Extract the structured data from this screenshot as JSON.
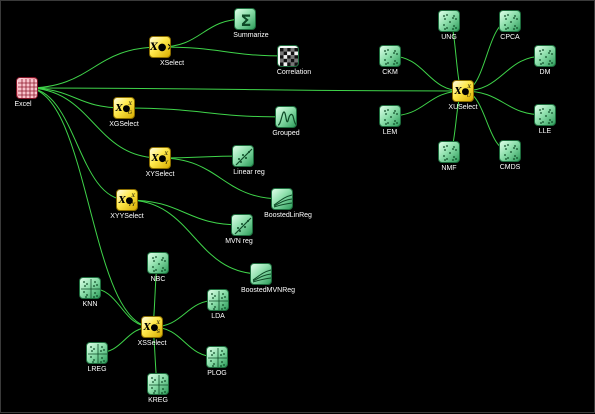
{
  "diagram": {
    "nodes": [
      {
        "id": "excel",
        "label": "Excel",
        "kind": "spreadsheet-icon"
      },
      {
        "id": "xselect",
        "label": "XSelect",
        "kind": "selector-icon",
        "glyph": "X●×",
        "sup": "",
        "sub": ""
      },
      {
        "id": "summarize",
        "label": "Summarize",
        "kind": "sigma-icon"
      },
      {
        "id": "correlation",
        "label": "Correlation",
        "kind": "checkerboard-icon"
      },
      {
        "id": "xgselect",
        "label": "XGSelect",
        "kind": "selector-icon",
        "glyph": "X●",
        "sup": "X",
        "sub": "G"
      },
      {
        "id": "grouped",
        "label": "Grouped",
        "kind": "peaks-icon"
      },
      {
        "id": "xyselect",
        "label": "XYSelect",
        "kind": "selector-icon",
        "glyph": "X●",
        "sup": "X",
        "sub": "Y"
      },
      {
        "id": "linear_reg",
        "label": "Linear reg",
        "kind": "scatter-line-icon"
      },
      {
        "id": "xyyselect",
        "label": "XYYSelect",
        "kind": "selector-icon",
        "glyph": "X●",
        "sup": "X",
        "sub": "YY"
      },
      {
        "id": "boostedlinreg",
        "label": "BoostedLinReg",
        "kind": "curves-icon"
      },
      {
        "id": "mvn_reg",
        "label": "MVN reg",
        "kind": "scatter-line-icon"
      },
      {
        "id": "boostedmvnreg",
        "label": "BoostedMVNReg",
        "kind": "curves-icon"
      },
      {
        "id": "nbc",
        "label": "NBC",
        "kind": "dots-icon"
      },
      {
        "id": "knn",
        "label": "KNN",
        "kind": "grid-dots-icon"
      },
      {
        "id": "lda",
        "label": "LDA",
        "kind": "grid-dots-icon"
      },
      {
        "id": "xsselect",
        "label": "XSSelect",
        "kind": "selector-icon",
        "glyph": "X●",
        "sup": "X",
        "sub": "S"
      },
      {
        "id": "lreg",
        "label": "LREG",
        "kind": "grid-dots-icon"
      },
      {
        "id": "plog",
        "label": "PLOG",
        "kind": "grid-dots-icon"
      },
      {
        "id": "kreg",
        "label": "KREG",
        "kind": "grid-dots-icon"
      },
      {
        "id": "ung",
        "label": "UNG",
        "kind": "dots-icon"
      },
      {
        "id": "cpca",
        "label": "CPCA",
        "kind": "dots-icon"
      },
      {
        "id": "ckm",
        "label": "CKM",
        "kind": "dots-icon"
      },
      {
        "id": "dm",
        "label": "DM",
        "kind": "dots-icon"
      },
      {
        "id": "xuselect",
        "label": "XUSelect",
        "kind": "selector-icon",
        "glyph": "X●",
        "sup": "X",
        "sub": "U"
      },
      {
        "id": "lem",
        "label": "LEM",
        "kind": "dots-icon"
      },
      {
        "id": "lle",
        "label": "LLE",
        "kind": "dots-icon"
      },
      {
        "id": "nmf",
        "label": "NMF",
        "kind": "dots-icon"
      },
      {
        "id": "cmds",
        "label": "CMDS",
        "kind": "dots-icon"
      }
    ],
    "edges": [
      [
        "excel",
        "xselect"
      ],
      [
        "excel",
        "xgselect"
      ],
      [
        "excel",
        "xyselect"
      ],
      [
        "excel",
        "xyyselect"
      ],
      [
        "excel",
        "xsselect"
      ],
      [
        "excel",
        "xuselect"
      ],
      [
        "xselect",
        "summarize"
      ],
      [
        "xselect",
        "correlation"
      ],
      [
        "xgselect",
        "grouped"
      ],
      [
        "xyselect",
        "linear_reg"
      ],
      [
        "xyselect",
        "boostedlinreg"
      ],
      [
        "xyyselect",
        "mvn_reg"
      ],
      [
        "xyyselect",
        "boostedmvnreg"
      ],
      [
        "xsselect",
        "nbc"
      ],
      [
        "xsselect",
        "knn"
      ],
      [
        "xsselect",
        "lda"
      ],
      [
        "xsselect",
        "lreg"
      ],
      [
        "xsselect",
        "plog"
      ],
      [
        "xsselect",
        "kreg"
      ],
      [
        "xuselect",
        "ung"
      ],
      [
        "xuselect",
        "cpca"
      ],
      [
        "xuselect",
        "ckm"
      ],
      [
        "xuselect",
        "dm"
      ],
      [
        "xuselect",
        "lem"
      ],
      [
        "xuselect",
        "lle"
      ],
      [
        "xuselect",
        "nmf"
      ],
      [
        "xuselect",
        "cmds"
      ]
    ],
    "colors": {
      "wire": "#3fd44a",
      "background": "#000000",
      "label": "#ffffff",
      "selector": "#ffe84a",
      "method": "#8fe0ad",
      "source": "#f48d9b"
    }
  }
}
